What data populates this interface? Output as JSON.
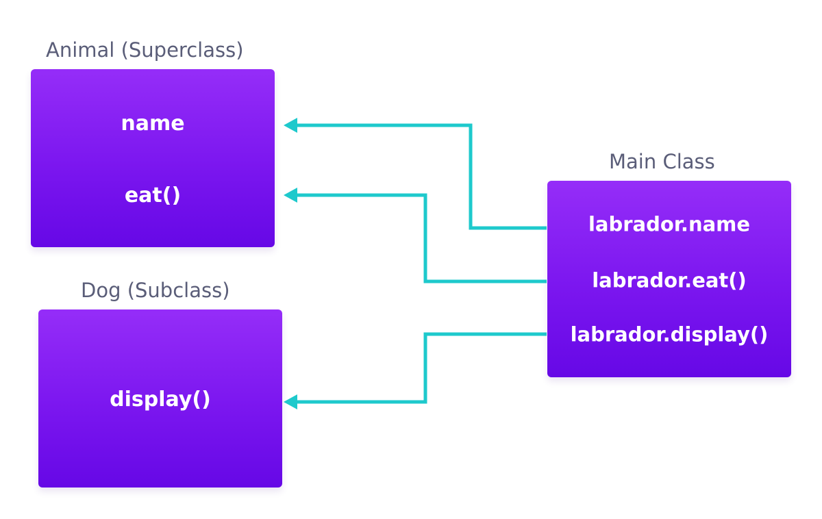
{
  "colors": {
    "box_top": "#952df8",
    "box_bottom": "#6608e6",
    "connector": "#1ec9cc",
    "caption_text": "#5a5d78",
    "member_text": "#ffffff"
  },
  "animal": {
    "caption": "Animal (Superclass)",
    "members": [
      "name",
      "eat()"
    ]
  },
  "dog": {
    "caption": "Dog (Subclass)",
    "members": [
      "display()"
    ]
  },
  "main": {
    "caption": "Main Class",
    "members": [
      "labrador.name",
      "labrador.eat()",
      "labrador.display()"
    ]
  },
  "connections": [
    {
      "from": "labrador.name",
      "to": "name"
    },
    {
      "from": "labrador.eat()",
      "to": "eat()"
    },
    {
      "from": "labrador.display()",
      "to": "display()"
    }
  ]
}
